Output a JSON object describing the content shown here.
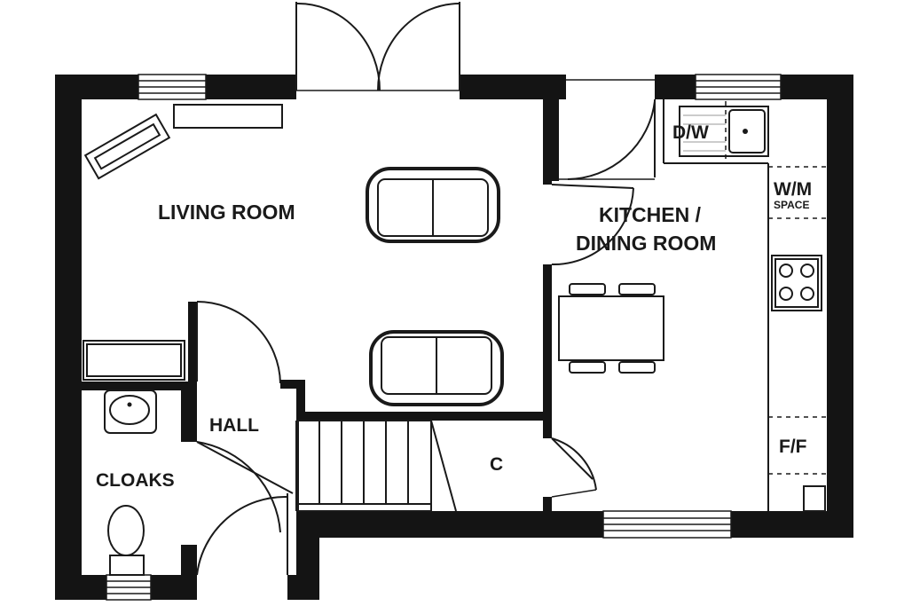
{
  "rooms": {
    "living_room": "LIVING ROOM",
    "kitchen_line1": "KITCHEN /",
    "kitchen_line2": "DINING ROOM",
    "hall": "HALL",
    "cloaks": "CLOAKS",
    "cupboard": "C"
  },
  "fixtures": {
    "dishwasher": "D/W",
    "washing_machine": "W/M",
    "washing_machine_sub": "SPACE",
    "fridge_freezer": "F/F"
  },
  "colors": {
    "wall": "#141414",
    "line": "#1a1a1a",
    "background": "#ffffff"
  }
}
